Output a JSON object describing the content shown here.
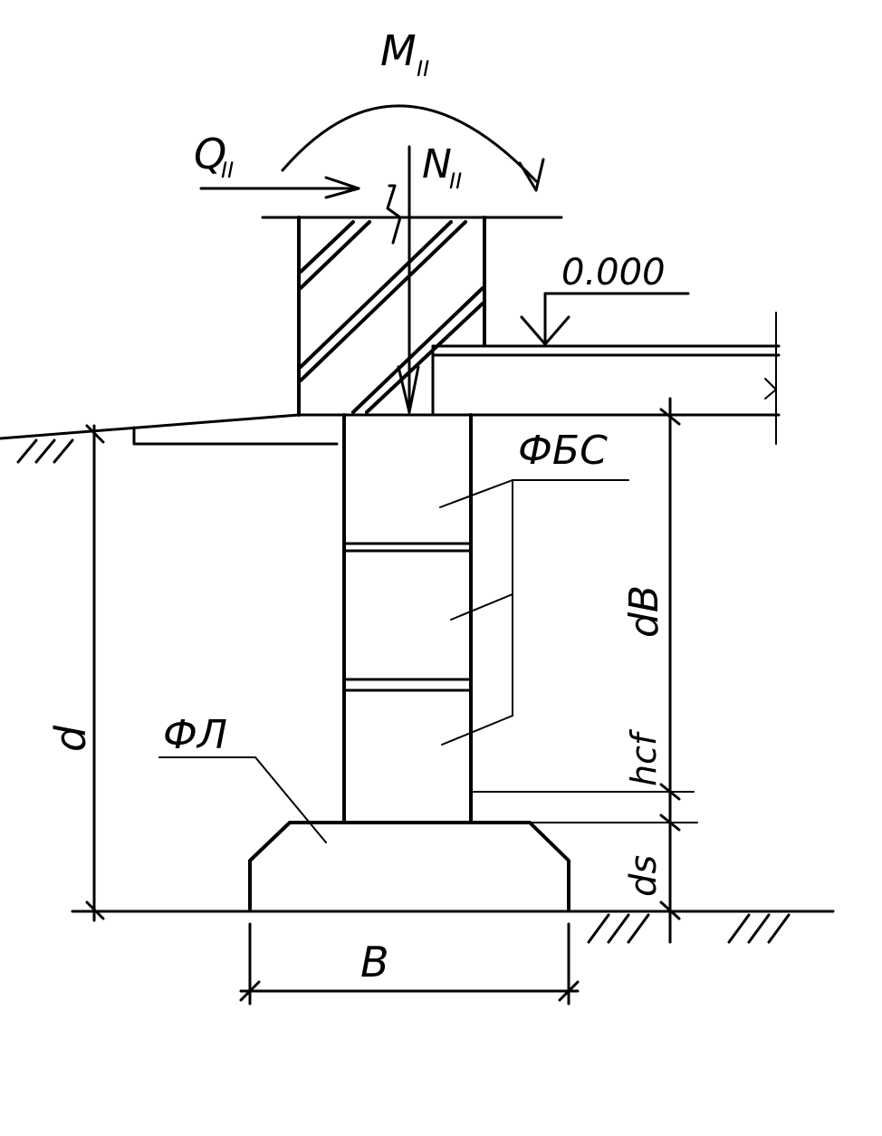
{
  "title": "",
  "labels": {
    "moment": "M",
    "moment_sub": "II",
    "shear": "Q",
    "shear_sub": "II",
    "normal": "N",
    "normal_sub": "II",
    "level": "0.000",
    "wall_blocks": "ФБС",
    "footing_slab": "ФЛ",
    "depth_total": "d",
    "depth_basement": "dB",
    "floor_thickness": "hcf",
    "depth_slab": "ds",
    "width": "B"
  },
  "colors": {
    "ink": "#000000",
    "paper": "#ffffff"
  }
}
